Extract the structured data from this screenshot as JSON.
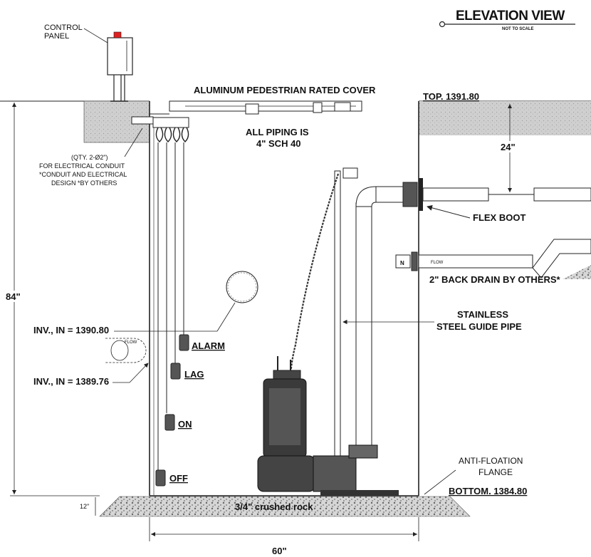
{
  "title": "ELEVATION VIEW",
  "subtitle": "NOT TO SCALE",
  "labels": {
    "control_panel_1": "CONTROL",
    "control_panel_2": "PANEL",
    "cover": "ALUMINUM PEDESTRIAN RATED COVER",
    "top_elev": "TOP. 1391.80",
    "piping_1": "ALL PIPING IS",
    "piping_2": "4\" SCH 40",
    "conduit_1": "(QTY. 2-Ø2\")",
    "conduit_2": "FOR ELECTRICAL CONDUIT",
    "conduit_3": "*CONDUIT AND ELECTRICAL",
    "conduit_4": "DESIGN *BY OTHERS",
    "dim_24": "24\"",
    "flex_boot": "FLEX BOOT",
    "back_drain": "2\" BACK DRAIN BY OTHERS*",
    "flow": "FLOW",
    "flow_n": "N",
    "guide_1": "STAINLESS",
    "guide_2": "STEEL GUIDE PIPE",
    "dim_84": "84\"",
    "inv_in_1": "INV., IN = 1390.80",
    "inv_in_2": "INV., IN = 1389.76",
    "alarm": "ALARM",
    "lag": "LAG",
    "on": "ON",
    "off": "OFF",
    "anti_1": "ANTI-FLOATION",
    "anti_2": "FLANGE",
    "bottom_elev": "BOTTOM. 1384.80",
    "dim_12": "12\"",
    "crushed_rock": "3/4\" crushed rock",
    "dim_60": "60\""
  }
}
